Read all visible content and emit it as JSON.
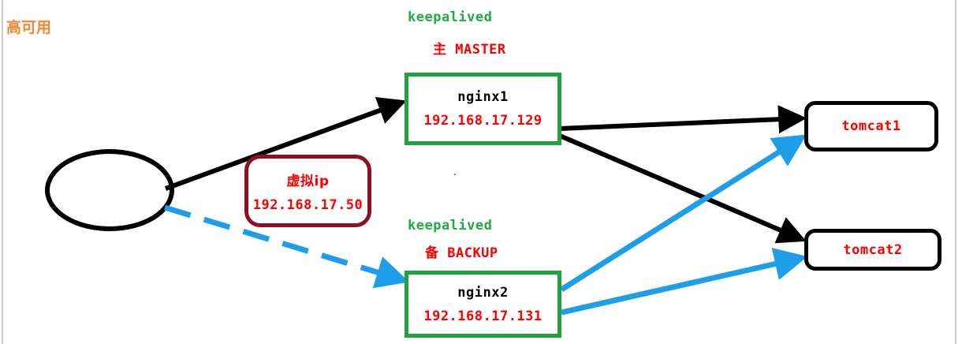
{
  "page": {
    "title": "高可用",
    "title_color": "#f58634",
    "background": "#ffffff"
  },
  "colors": {
    "keepalived_green": "#21a140",
    "role_red": "#ff0000",
    "vip_border": "#8b1021",
    "tomcat_border": "#000000",
    "master_flow": "#000000",
    "backup_flow": "#1e9ee8",
    "gutter": "#cccccc"
  },
  "client": {
    "name": "client-node",
    "shape": "ellipse",
    "label": ""
  },
  "vip": {
    "name": "虚拟ip",
    "address": "192.168.17.50"
  },
  "nginx_nodes": [
    {
      "keepalived_label": "keepalived",
      "role_label": "主 MASTER",
      "name": "nginx1",
      "address": "192.168.17.129"
    },
    {
      "keepalived_label": "keepalived",
      "role_label": "备 BACKUP",
      "name": "nginx2",
      "address": "192.168.17.131"
    }
  ],
  "tomcat_nodes": [
    {
      "name": "tomcat1"
    },
    {
      "name": "tomcat2"
    }
  ],
  "edges": [
    {
      "from": "client-node",
      "to": "nginx1",
      "style": "solid",
      "color": "#000000",
      "arrow": true
    },
    {
      "from": "client-node",
      "to": "nginx2",
      "style": "dashed",
      "color": "#1e9ee8",
      "arrow": true
    },
    {
      "from": "nginx1",
      "to": "tomcat1",
      "style": "solid",
      "color": "#000000",
      "arrow": true
    },
    {
      "from": "nginx1",
      "to": "tomcat2",
      "style": "solid",
      "color": "#000000",
      "arrow": true
    },
    {
      "from": "nginx2",
      "to": "tomcat1",
      "style": "solid",
      "color": "#1e9ee8",
      "arrow": true
    },
    {
      "from": "nginx2",
      "to": "tomcat2",
      "style": "solid",
      "color": "#1e9ee8",
      "arrow": true
    }
  ]
}
